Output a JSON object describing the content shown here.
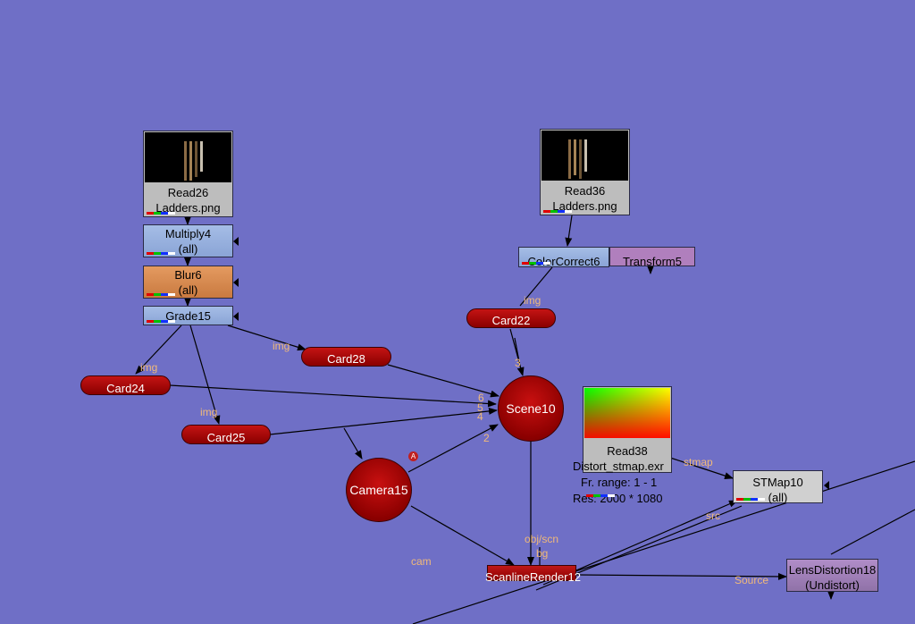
{
  "nodes": {
    "read26": {
      "title": "Read26",
      "file": "Ladders.png"
    },
    "multiply4": {
      "title": "Multiply4",
      "sub": "(all)"
    },
    "blur6": {
      "title": "Blur6",
      "sub": "(all)"
    },
    "grade15": {
      "title": "Grade15"
    },
    "read36": {
      "title": "Read36",
      "file": "Ladders.png"
    },
    "colorcorrect6": {
      "title": "ColorCorrect6"
    },
    "transform5": {
      "title": "Transform5"
    },
    "card22": {
      "title": "Card22"
    },
    "card28": {
      "title": "Card28"
    },
    "card24": {
      "title": "Card24"
    },
    "card25": {
      "title": "Card25"
    },
    "scene10": {
      "title": "Scene10"
    },
    "camera15": {
      "title": "Camera15"
    },
    "scanlinerender12": {
      "title": "ScanlineRender12"
    },
    "read38": {
      "title": "Read38",
      "file": "Distort_stmap.exr",
      "range": "Fr. range: 1 - 1",
      "res": "Res: 2000 * 1080"
    },
    "stmap10": {
      "title": "STMap10",
      "sub": "(all)"
    },
    "lensdistortion18": {
      "title": "LensDistortion18",
      "sub": "(Undistort)"
    }
  },
  "labels": {
    "img_card22": "img",
    "img_card28": "img",
    "img_card24": "img",
    "img_card25": "img",
    "scene_in_6": "6",
    "scene_in_5": "5",
    "scene_in_4": "4",
    "scene_in_2": "2",
    "scene_in_3": "3",
    "cam": "cam",
    "obj_scn": "obj/scn",
    "bg": "bg",
    "stmap": "stmap",
    "src": "src",
    "source": "Source",
    "camera_badge": "A"
  },
  "colors": {
    "background": "#6f6fc6",
    "card": "#b01010",
    "wire": "#000000",
    "label": "#f0b97a"
  }
}
